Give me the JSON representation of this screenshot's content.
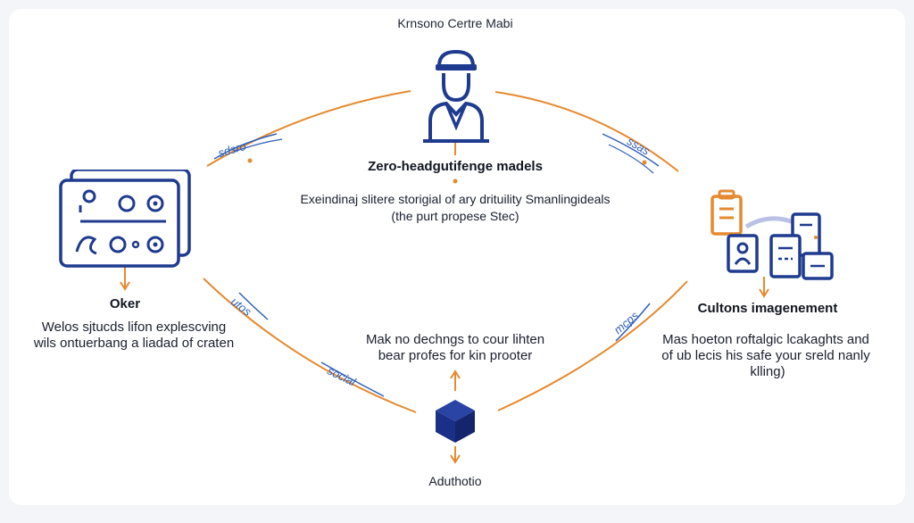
{
  "title": "Krnsono Certre Mabi",
  "top_node": {
    "heading": "Zero-headgutifenge madels",
    "line1": "Exeindinaj slitere storigial of ary drituility Smanlingideals",
    "line2": "(the purt propese Stec)"
  },
  "left_node": {
    "heading": "Oker",
    "line1": "Welos sjtucds lifon explescving",
    "line2": "wils ontuerbang a liadad of craten"
  },
  "right_node": {
    "heading": "Cultons imagenement",
    "line1": "Mas hoeton roftalgic lcakaghts and",
    "line2": "of ub lecis his safe your sreld nanly",
    "line3": "klling)"
  },
  "bottom_node": {
    "line1": "Mak no dechngs to cour lihten",
    "line2": "bear profes for kin prooter",
    "label": "Aduthotio"
  },
  "arc_labels": {
    "top_left": "sdsro",
    "top_right": "ssas",
    "bottom_left_a": "utos",
    "bottom_left_b": "social",
    "bottom_right": "mcps"
  },
  "colors": {
    "navy": "#1f3b8f",
    "orange": "#e58a2e",
    "text": "#1b1f2e"
  }
}
